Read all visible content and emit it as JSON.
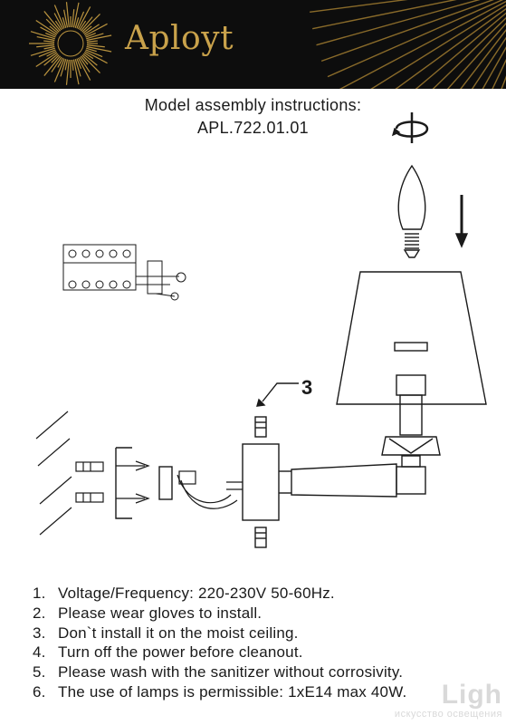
{
  "header": {
    "brand": "Aployt",
    "background_color": "#0d0d0d",
    "accent_color": "#c9a24b",
    "logo_icon": "sunburst-icon"
  },
  "title": {
    "line1": "Model assembly instructions:",
    "line2": "APL.722.01.01"
  },
  "diagram": {
    "part_label": "3",
    "icons": [
      "rotate-screw-icon",
      "down-arrow-icon",
      "candle-bulb-icon",
      "wiring-schematic-icon",
      "lamp-shade-icon",
      "wall-bracket-icon",
      "wall-anchor-icon",
      "screw-icon",
      "arm-icon"
    ]
  },
  "instructions": [
    {
      "num": "1.",
      "text": "Voltage/Frequency: 220-230V 50-60Hz."
    },
    {
      "num": "2.",
      "text": "Please wear gloves to install."
    },
    {
      "num": "3.",
      "text": "Don`t install it on the moist ceiling."
    },
    {
      "num": "4.",
      "text": "Turn off the power before cleanout."
    },
    {
      "num": "5.",
      "text": "Please wash with the sanitizer without corrosivity."
    },
    {
      "num": "6.",
      "text": "The use of lamps is permissible: 1xE14 max 40W."
    }
  ],
  "watermark": {
    "big": "Ligh",
    "small": "искусство освещения"
  }
}
